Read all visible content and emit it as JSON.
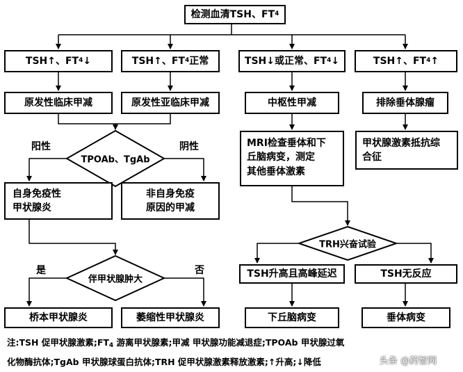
{
  "diagram": {
    "nodes": {
      "start": {
        "pre": "检测血清TSH、FT",
        "sub": "4",
        "post": ""
      },
      "l1a": {
        "pre": "TSH↑、FT",
        "sub": "4",
        "post": "↓"
      },
      "l1b": {
        "pre": "TSH↑、FT",
        "sub": "4",
        "post": "正常"
      },
      "l1c": {
        "pre": "TSH↓或正常、FT",
        "sub": "4",
        "post": "↓"
      },
      "l1d": {
        "pre": "TSH↑、FT",
        "sub": "4",
        "post": "↑"
      },
      "primary_clinical": "原发性临床甲减",
      "primary_subclinical": "原发性亚临床甲减",
      "central": "中枢性甲减",
      "exclude_tumor": "排除垂体腺瘤",
      "mri": "MRI检查垂体和下\n丘脑病变，测定\n其他垂体激素",
      "resistance": "甲状腺激素抵抗综\n合征",
      "autoimmune": "自身免疫性\n甲状腺炎",
      "non_autoimmune": "非自身免疫\n原因的甲减",
      "hashimoto": "桥本甲状腺炎",
      "atrophic": "萎缩性甲状腺炎",
      "trh_rise": "TSH升高且高峰延迟",
      "trh_none": "TSH无反应",
      "hypothalamic": "下丘脑病变",
      "pituitary": "垂体病变"
    },
    "decisions": {
      "tpo": "TPOAb、TgAb",
      "goiter": "伴甲状腺肿大",
      "trh": "TRH兴奋试验"
    },
    "labels": {
      "positive": "阳性",
      "negative": "阴性",
      "yes": "是",
      "no": "否"
    },
    "note": {
      "line1": "注:TSH 促甲状腺激素;FT",
      "line1_sub": "4",
      "line1_rest": " 游离甲状腺素;甲减 甲状腺功能减退症;TPOAb 甲状腺过氧",
      "line2": "化物酶抗体;TgAb 甲状腺球蛋白抗体;TRH 促甲状腺激素释放激素;↑升高;↓降低"
    },
    "watermark": "头条 @药智网"
  }
}
